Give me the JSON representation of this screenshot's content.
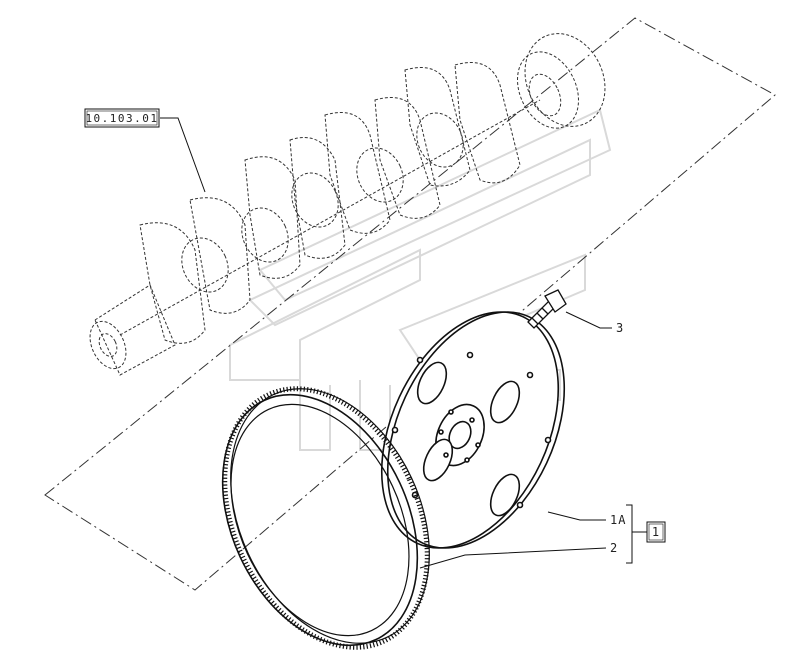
{
  "reference_label": "10.103.01",
  "callouts": {
    "bolt": "3",
    "flywheel_plate": "1A",
    "ring_gear": "2",
    "assembly_box": "1"
  },
  "parts": {
    "crankshaft": "crankshaft",
    "flywheel_plate": "flywheel-plate",
    "ring_gear": "ring-gear",
    "bolt": "bolt"
  },
  "colors": {
    "line": "#222222",
    "dashed": "#333333",
    "watermark": "#dddddd"
  }
}
